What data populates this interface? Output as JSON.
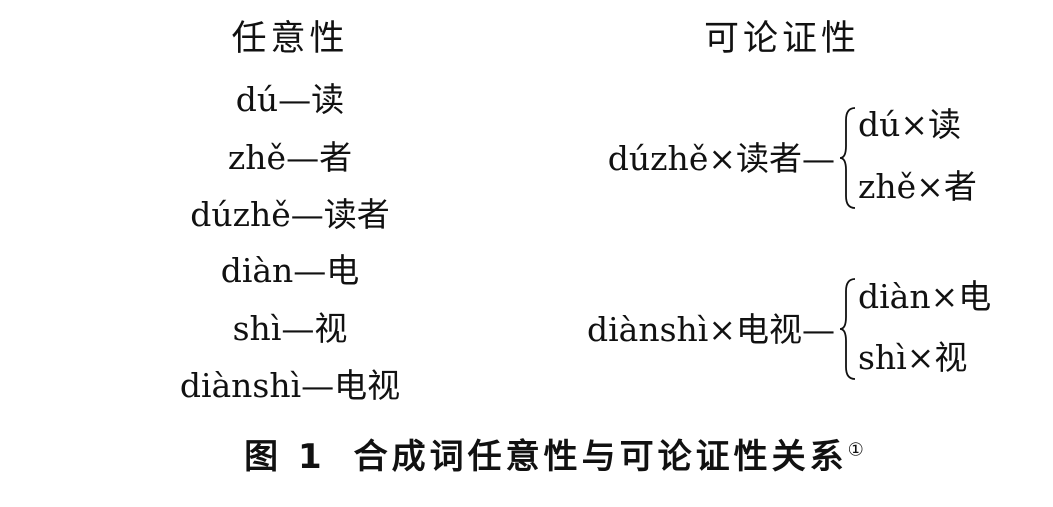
{
  "headers": {
    "arbitrary": "任意性",
    "motivated": "可论证性"
  },
  "arbitrary_rows": [
    "dú—读",
    "zhě—者",
    "dúzhě—读者",
    "diàn—电",
    "shì—视",
    "diànshì—电视"
  ],
  "motivated_groups": [
    {
      "compound": "dúzhě×读者—",
      "parts": [
        "dú×读",
        "zhě×者"
      ]
    },
    {
      "compound": "diànshì×电视—",
      "parts": [
        "diàn×电",
        "shì×视"
      ]
    }
  ],
  "caption": {
    "label": "图 1",
    "title": "合成词任意性与可论证性关系",
    "footnote": "①"
  }
}
